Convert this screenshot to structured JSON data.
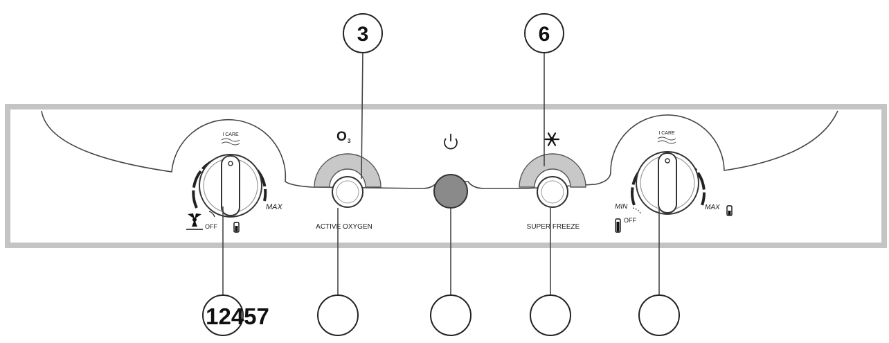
{
  "callouts": {
    "top_left": "3",
    "top_right": "6",
    "bottom_1": "12457",
    "bottom_2": "",
    "bottom_3": "",
    "bottom_4": "",
    "bottom_5": ""
  },
  "panel": {
    "left_dial": {
      "top_label": "I CARE",
      "max_label": "MAX",
      "off_label": "OFF",
      "icons": [
        "fan-icon",
        "thermometer-icon"
      ]
    },
    "active_oxygen": {
      "symbol": "O",
      "symbol_sub": "3",
      "label": "ACTIVE OXYGEN"
    },
    "power": {
      "icon": "power-icon"
    },
    "super_freeze": {
      "icon": "snowflake-icon",
      "label": "SUPER FREEZE"
    },
    "right_dial": {
      "top_label": "I CARE",
      "min_label": "MIN",
      "max_label": "MAX",
      "off_label": "OFF",
      "icons": [
        "thermometer-icon"
      ]
    }
  },
  "colors": {
    "panel_border": "#c4c4c4",
    "line": "#333333",
    "button_arc": "#c8c8c8",
    "power_button": "#8a8a8a"
  }
}
